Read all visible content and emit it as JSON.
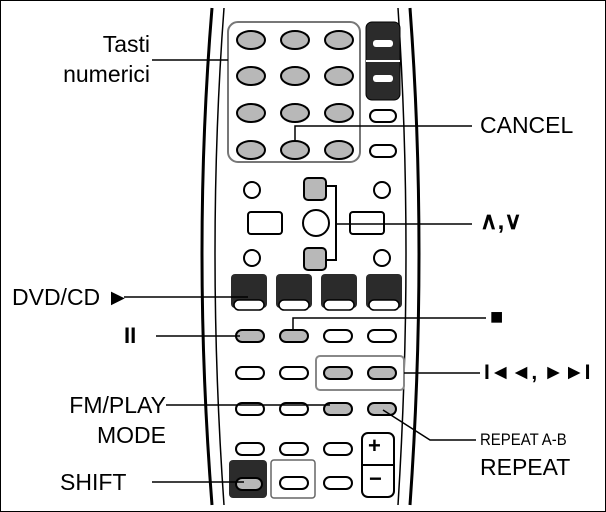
{
  "labels": {
    "numeric_keys_line1": "Tasti",
    "numeric_keys_line2": "numerici",
    "cancel": "CANCEL",
    "up_down": "∧,∨",
    "dvd_cd_play": "DVD/CD ►",
    "pause": "II",
    "stop": "■",
    "skip": "I◄◄, ►►I",
    "fm_play_mode_line1": "FM/PLAY",
    "fm_play_mode_line2": "MODE",
    "repeat_ab": "REPEAT A-B",
    "repeat": "REPEAT",
    "shift": "SHIFT"
  },
  "remote_symbols": {
    "plus": "+",
    "minus": "−"
  },
  "colors": {
    "button_gray": "#b8b8b8",
    "button_black": "#2b2b2b",
    "line": "#000000"
  }
}
